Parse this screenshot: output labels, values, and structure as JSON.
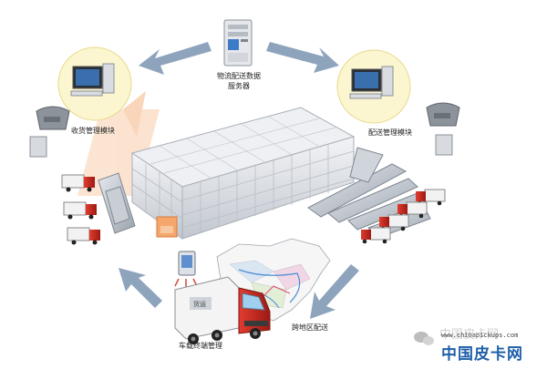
{
  "nodes": {
    "server_label_line1": "物流配送数据",
    "server_label_line2": "服务器",
    "left_module_label": "收货管理模块",
    "right_module_label": "配送管理模块",
    "vehicle_terminal_label": "车载终端管理",
    "cross_region_label": "跨地区配送"
  },
  "watermark": {
    "site_name_cn": "中国皮卡网",
    "site_url": "www.chinapickups.com",
    "faint_text": "中国皮卡网"
  },
  "truck_door_text": "货运",
  "colors": {
    "arrow": "#8ea4bd",
    "circle_fill": "#fbf6cf",
    "truck_red": "#c8271f",
    "warehouse_frame": "#c9cdd3",
    "logo_orange": "#f08a3c"
  }
}
